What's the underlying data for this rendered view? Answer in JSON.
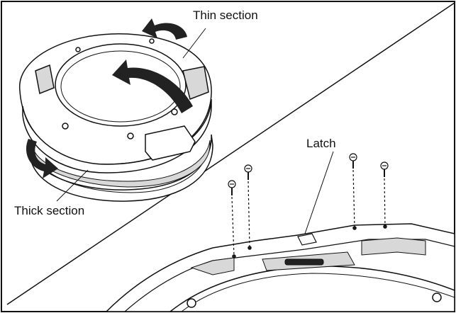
{
  "callouts": {
    "thin_section": "Thin section",
    "thick_section": "Thick section",
    "latch": "Latch"
  },
  "colors": {
    "line": "#111111",
    "background": "#ffffff",
    "shading": "#d8d8d8",
    "dark": "#222222"
  },
  "icons": {
    "rotation_arrow": "curved-arrow-icon",
    "screw": "screw-icon"
  }
}
